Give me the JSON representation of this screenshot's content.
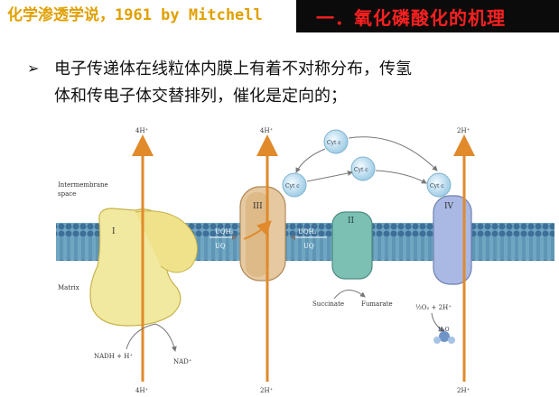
{
  "header": {
    "left_title": "化学渗透学说，1961 by Mitchell",
    "right_title": "一．氧化磷酸化的机理"
  },
  "bullet": {
    "marker": "➢",
    "line1": "电子传递体在线粒体内膜上有着不对称分布，传氢",
    "line2": "体和传电子体交替排列，催化是定向的；"
  },
  "diagram": {
    "intermembrane_label_1": "Intermembrane",
    "intermembrane_label_2": "space",
    "matrix_label": "Matrix",
    "complexes": [
      "I",
      "III",
      "II",
      "IV"
    ],
    "proton_top": [
      "4H⁺",
      "4H⁺",
      "2H⁺"
    ],
    "proton_bottom": [
      "4H⁺",
      "2H⁺",
      "2H⁺"
    ],
    "cyt_c_labels": [
      "Cyt c",
      "Cyt c",
      "Cyt c",
      "Cyt c"
    ],
    "uq_labels": [
      "UQH₂",
      "UQ",
      "UQH₂",
      "UQ"
    ],
    "nadh": "NADH + H⁺",
    "nad": "NAD⁺",
    "succinate": "Succinate",
    "fumarate": "Fumarate",
    "oxygen": "½O₂ + 2H⁺",
    "water": "H₂O",
    "colors": {
      "arrow": "#e08a2c",
      "complex_I": "#f2e9a0",
      "complex_III": "#e6c9a0",
      "complex_II": "#7cc0b4",
      "complex_IV": "#a9b9e4",
      "membrane": "#6fa6c2"
    }
  }
}
